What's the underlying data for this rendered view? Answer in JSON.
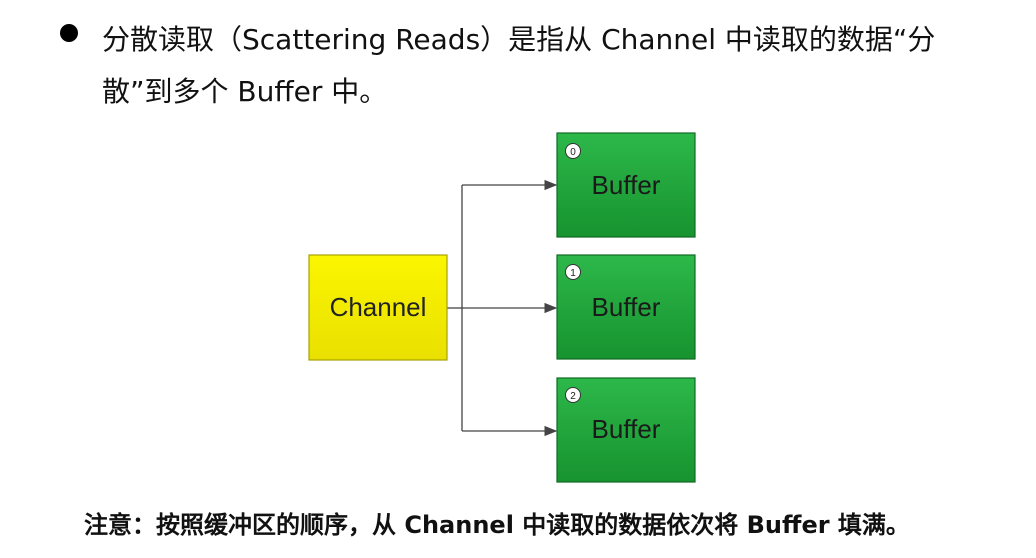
{
  "paragraph": {
    "line1": "分散读取（Scattering Reads）是指从 Channel 中读取的数据“分",
    "line2": "散”到多个 Buffer 中。"
  },
  "diagram": {
    "channel": {
      "label": "Channel",
      "fill": "#f5f000",
      "stroke": "#9a9a00"
    },
    "buffers": [
      {
        "index": "0",
        "label": "Buffer"
      },
      {
        "index": "1",
        "label": "Buffer"
      },
      {
        "index": "2",
        "label": "Buffer"
      }
    ],
    "buffer_fill": "#1fa33a",
    "buffer_stroke": "#0f6a22",
    "arrow_color": "#444444"
  },
  "note": {
    "text": "注意：按照缓冲区的顺序，从 Channel 中读取的数据依次将 Buffer 填满。"
  }
}
